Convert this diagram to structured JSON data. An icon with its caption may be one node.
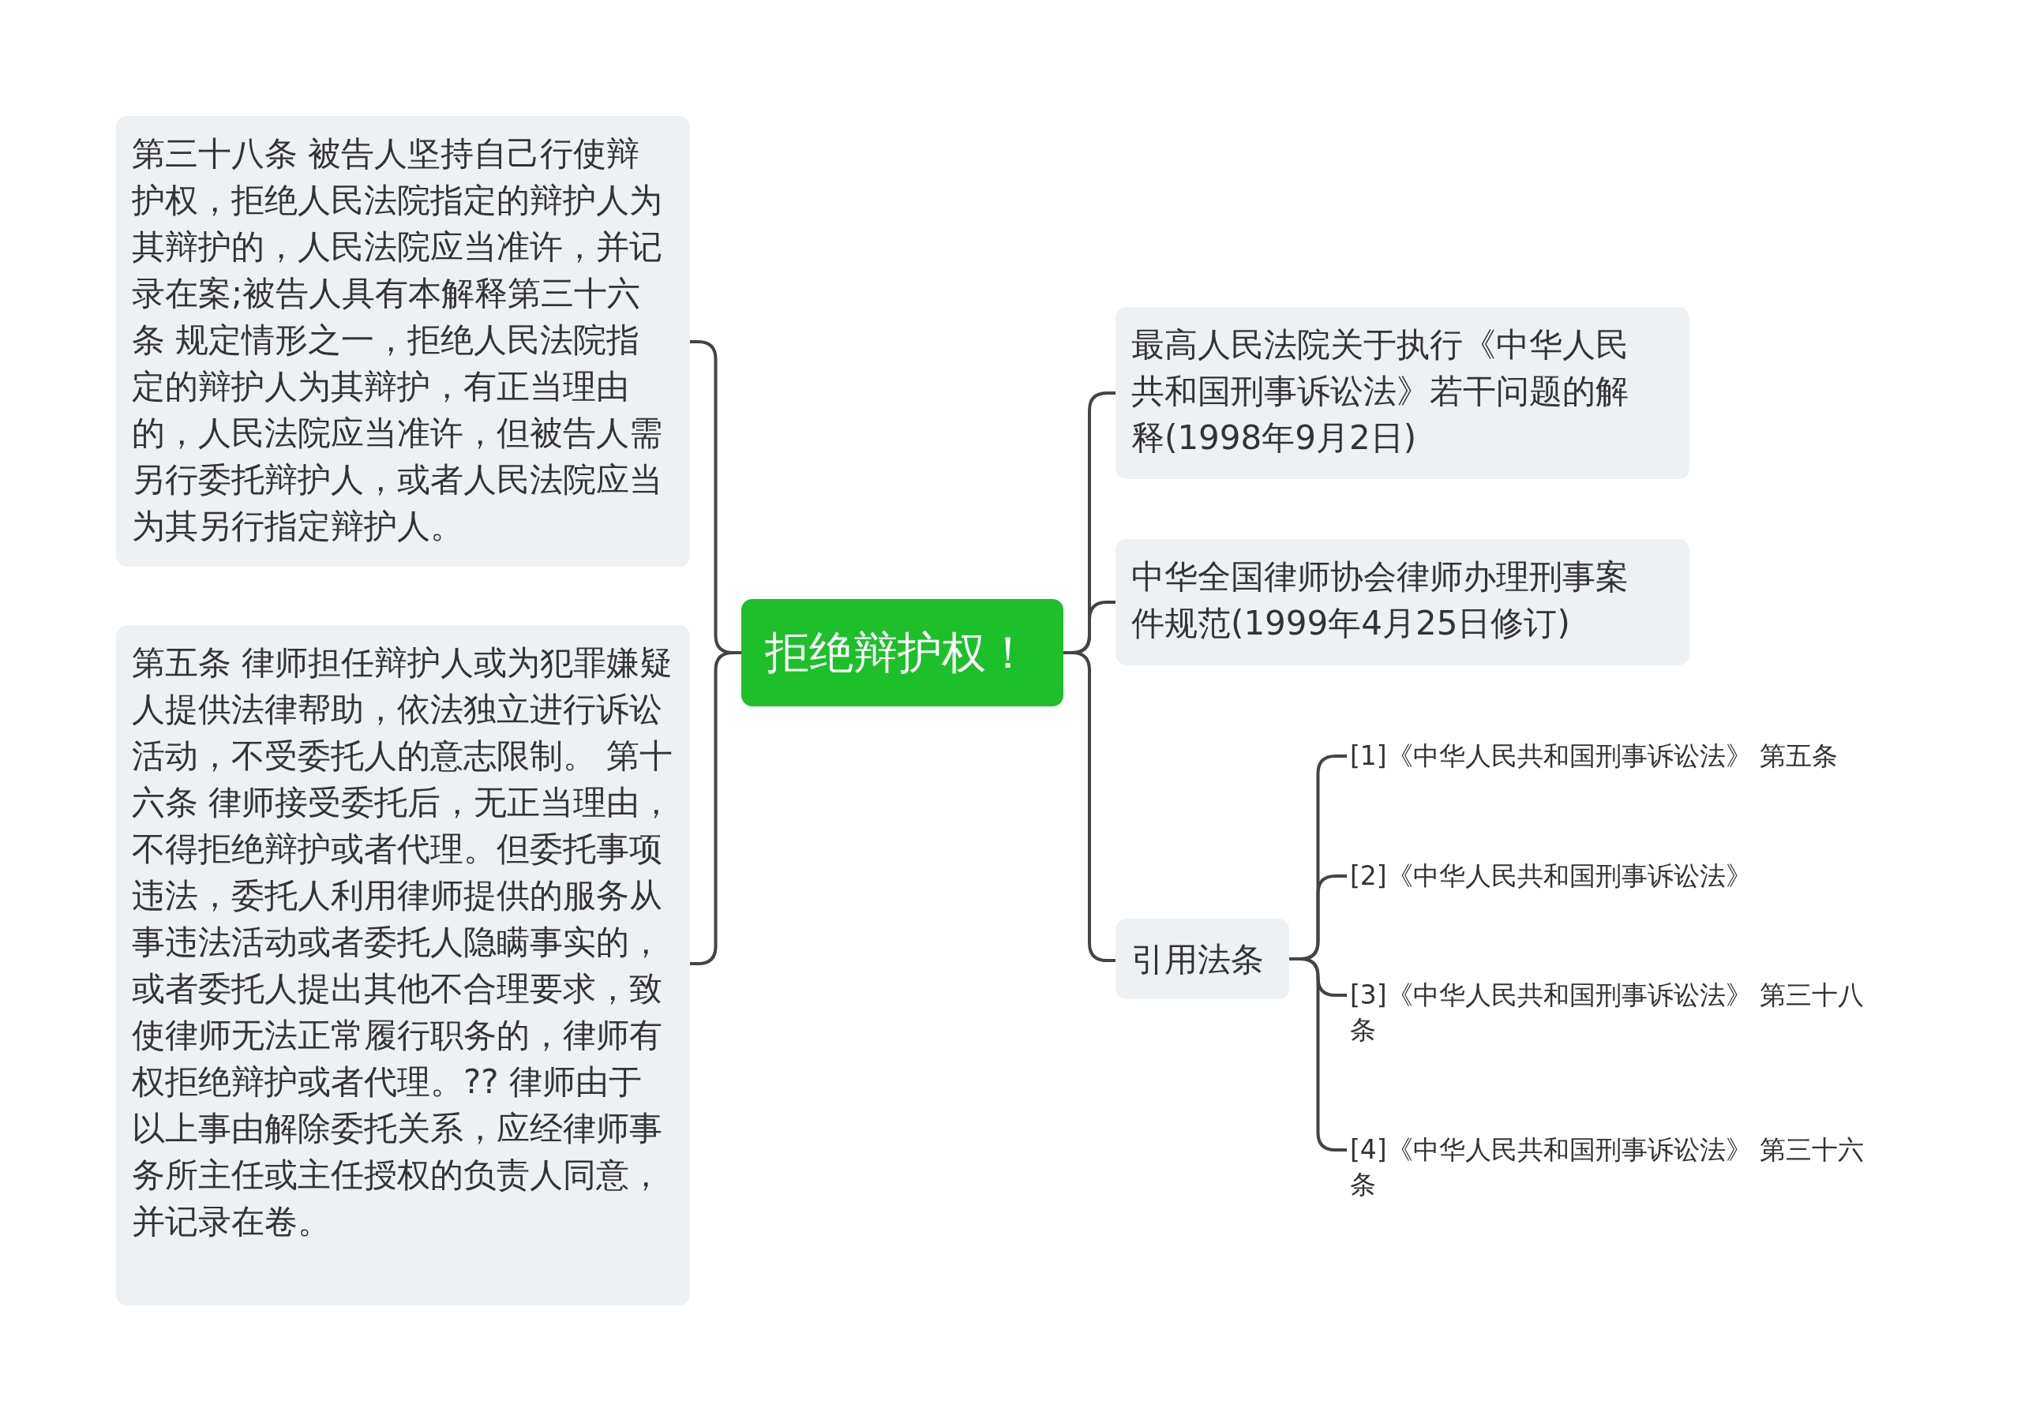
{
  "diagram": {
    "nodes": [
      {
        "text": [
          "拒绝辩护权！"
        ]
      },
      {
        "text": [
          "第三十八条 被告人坚持自己行使辩护权，拒绝人民法院指定的辩护人为其辩护的，人民法院应当准许，并记录在案;被告人具有本解释第三十六条 规定情形之一，拒绝人民法院指定的辩护人为其辩护，有正当理由的，人民法院应当准许，但被告人需另行委托辩护人，或者人民法院应当为其另行指定辩护人。"
        ]
      },
      {
        "text": [
          "第五条 律师担任辩护人或为犯罪嫌疑人提供法律帮助，依法独立进行诉讼活动，不受委托人的意志限制。 第十六条 律师接受委托后，无正当理由，不得拒绝辩护或者代理。但委托事项违法，委托人利用律师提供的服务从事违法活动或者委托人隐瞒事实的，或者委托人提出其他不合理要求，致使律师无法正常履行职务的，律师有权拒绝辩护或者代理。?? 律师由于以上事由解除委托关系，应经律师事务所主任或主任授权的负责人同意，并记录在卷。"
        ]
      },
      {
        "text": [
          "最高人民法院关于执行《中华人民共和国刑事诉讼法》若干问题的解释(1998年9月2日)"
        ]
      },
      {
        "text": [
          "中华全国律师协会律师办理刑事案件规范(1999年4月25日修订)"
        ]
      },
      {
        "text": [
          "引用法条"
        ]
      },
      {
        "text": [
          "[1]《中华人民共和国刑事诉讼法》 第五条"
        ]
      },
      {
        "text": [
          "[2]《中华人民共和国刑事诉讼法》"
        ]
      },
      {
        "text": [
          "[3]《中华人民共和国刑事诉讼法》 第三十八条"
        ]
      },
      {
        "text": [
          "[4]《中华人民共和国刑事诉讼法》 第三十六条"
        ]
      }
    ],
    "edges": [
      {
        "from": 0,
        "to": 1,
        "arrow": "none"
      },
      {
        "from": 0,
        "to": 2,
        "arrow": "none"
      },
      {
        "from": 0,
        "to": 3,
        "arrow": "none"
      },
      {
        "from": 0,
        "to": 4,
        "arrow": "none"
      },
      {
        "from": 0,
        "to": 5,
        "arrow": "none"
      },
      {
        "from": 5,
        "to": 6,
        "arrow": "none"
      },
      {
        "from": 5,
        "to": 7,
        "arrow": "none"
      },
      {
        "from": 5,
        "to": 8,
        "arrow": "none"
      },
      {
        "from": 5,
        "to": 9,
        "arrow": "none"
      }
    ]
  }
}
